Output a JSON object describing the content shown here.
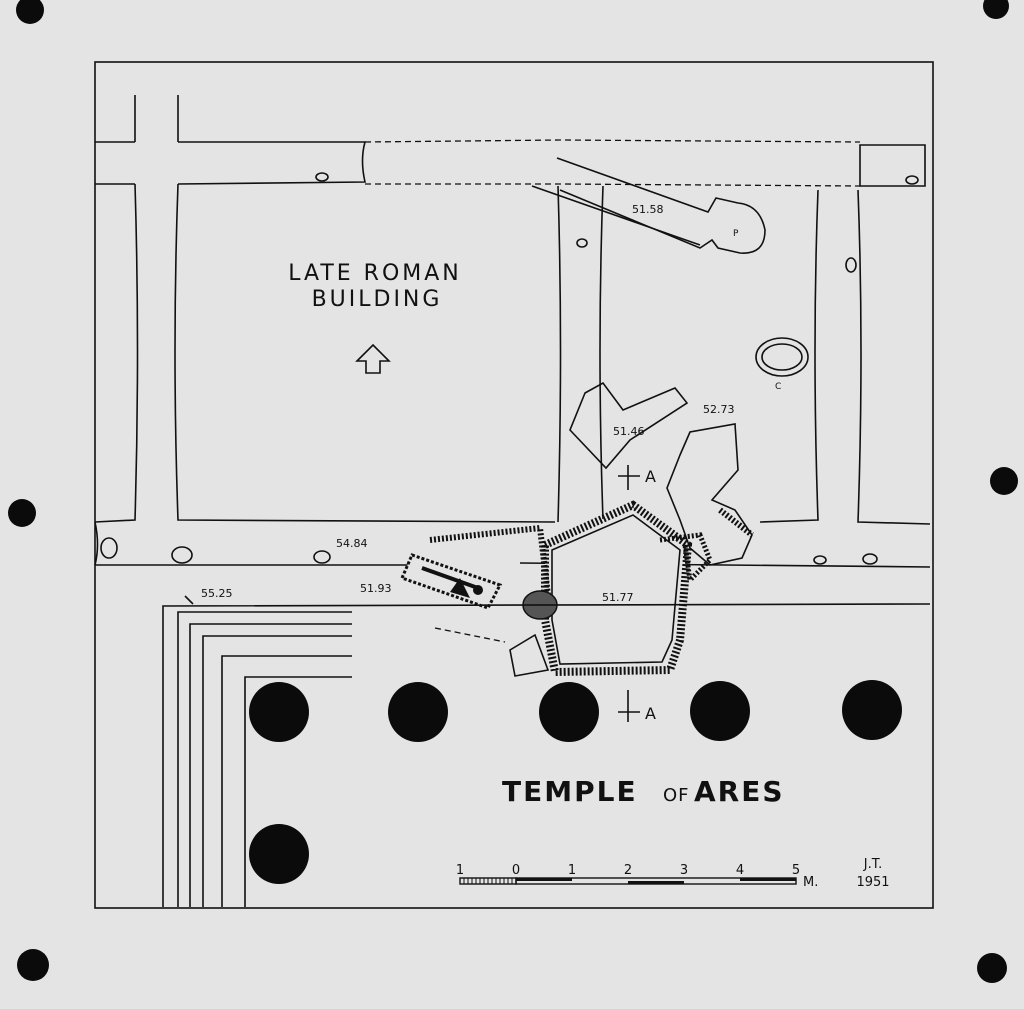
{
  "plan": {
    "late_building_line1": "LATE ROMAN",
    "late_building_line2": "BUILDING",
    "temple_main": "TEMPLE",
    "temple_of": "OF",
    "temple_ares": "ARES",
    "section_marker": "A",
    "section_marker_bottom": "A",
    "elevations": {
      "e5158": "51.58",
      "e5273": "52.73",
      "e5146": "51.46",
      "e5484": "54.84",
      "e5193": "51.93",
      "e5177": "51.77",
      "e5525": "55.25"
    },
    "small_letters": {
      "p": "P",
      "c": "C"
    },
    "scale": {
      "ticks": [
        "1",
        "0",
        "1",
        "2",
        "3",
        "4",
        "5"
      ],
      "unit": "M."
    },
    "initials": "J.T.",
    "year": "1951"
  },
  "colors": {
    "paper": "#e4e4e4",
    "ink": "#111111",
    "pin": "#0b0b0b"
  }
}
